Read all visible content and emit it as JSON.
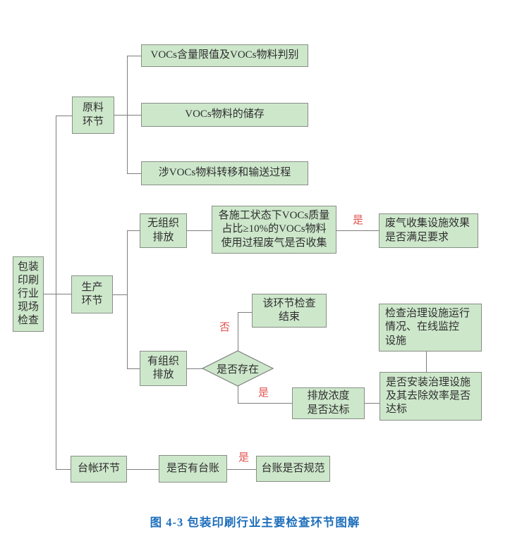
{
  "figure": {
    "caption": "图 4-3  包装印刷行业主要检查环节图解"
  },
  "colors": {
    "node_fill": "#cde7cb",
    "node_border": "#878f85",
    "connector_line": "#7d7d7d",
    "edge_label_red": "#e0534e",
    "caption_blue": "#1e6fbc"
  },
  "flowchart": {
    "root": "包装\n印刷\n行业\n现场\n检查",
    "raw": {
      "stage": "原料\n环节",
      "item1": "VOCs含量限值及VOCs物料判别",
      "item2": "VOCs物料的储存",
      "item3": "涉VOCs物料转移和输送过程"
    },
    "production": {
      "stage": "生产\n环节",
      "fugitive": "无组织\n排放",
      "fugitive_check": "各施工状态下VOCs质量\n占比≥10%的VOCs物料\n使用过程废气是否收集",
      "gas_collection": "废气收集设施效果\n是否满足要求",
      "organized": "有组织\n排放",
      "decision": "是否存在",
      "check_end": "该环节检查\n结束",
      "emission": "排放浓度\n是否达标",
      "treatment_monitor": "检查治理设施运行\n情况、在线监控\n设施",
      "treatment_install": "是否安装治理设施\n及其去除效率是否\n达标"
    },
    "ledger": {
      "stage": "台帐环节",
      "exists": "是否有台账",
      "standard": "台账是否规范"
    },
    "edge_labels": {
      "collection_yes": "是",
      "exist_no": "否",
      "exist_yes": "是",
      "ledger_yes": "是"
    }
  }
}
